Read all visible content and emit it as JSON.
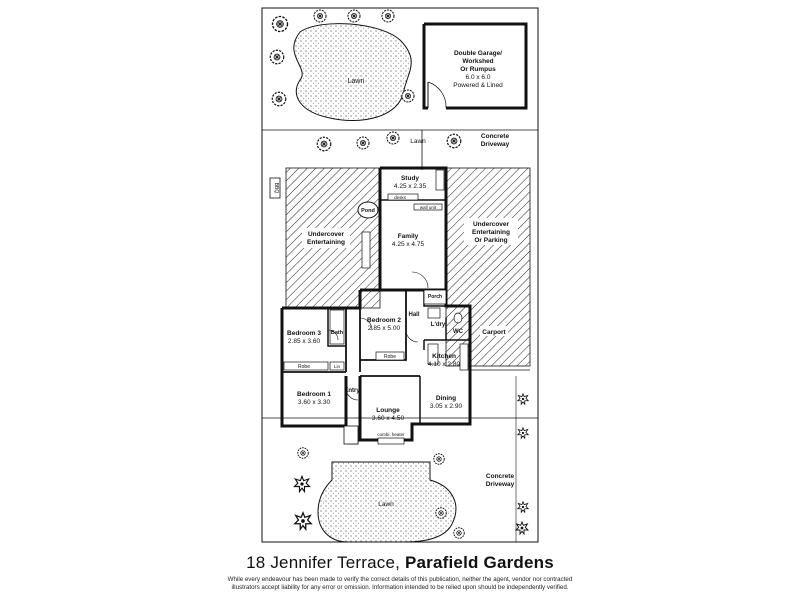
{
  "plan": {
    "rooms": {
      "garage": {
        "name_lines": [
          "Double Garage/",
          "Workshed",
          "Or Rumpus"
        ],
        "size": "6.0 x 6.0",
        "note": "Powered & Lined"
      },
      "study": {
        "name": "Study",
        "size": "4.25 x 2.35"
      },
      "family": {
        "name": "Family",
        "size": "4.25 x 4.75"
      },
      "bedroom2": {
        "name": "Bedroom 2",
        "size": "2.85 x 5.00"
      },
      "bedroom3": {
        "name": "Bedroom 3",
        "size": "2.85 x 3.60"
      },
      "bedroom1": {
        "name": "Bedroom 1",
        "size": "3.60 x 3.30"
      },
      "kitchen": {
        "name": "Kitchen",
        "size": "4.10 x 2.80"
      },
      "lounge": {
        "name": "Lounge",
        "size": "3.60 x 4.50"
      },
      "dining": {
        "name": "Dining",
        "size": "3.05 x 2.90"
      }
    },
    "labels": {
      "lawn": "Lawn",
      "concrete_lines": [
        "Concrete",
        "Driveway"
      ],
      "undercover_left": [
        "Undercover",
        "Entertaining"
      ],
      "undercover_right": [
        "Undercover",
        "Entertaining",
        "Or Parking"
      ],
      "carport": "Carport",
      "pond": "Pond",
      "bbq": "BBQ",
      "hall": "Hall",
      "porch": "Porch",
      "laundry": "L'dry",
      "wc": "WC",
      "bath": "Bath",
      "robe": "Robe",
      "entry": "Entry",
      "lin": "Lin",
      "desks": "desks",
      "wall_unit": "wall unit",
      "combi_heater": "combi. heater"
    }
  },
  "footer": {
    "address": "18 Jennifer Terrace,",
    "suburb": "Parafield Gardens",
    "disclaimer_line1": "While every endeavour has been made to verify the correct details of this publication, neither the agent, vendor nor contracted",
    "disclaimer_line2": "illustrators accept liability for any error or omission. Information intended to be relied upon should be independently verified."
  },
  "colors": {
    "line": "#111111",
    "background": "#ffffff"
  }
}
